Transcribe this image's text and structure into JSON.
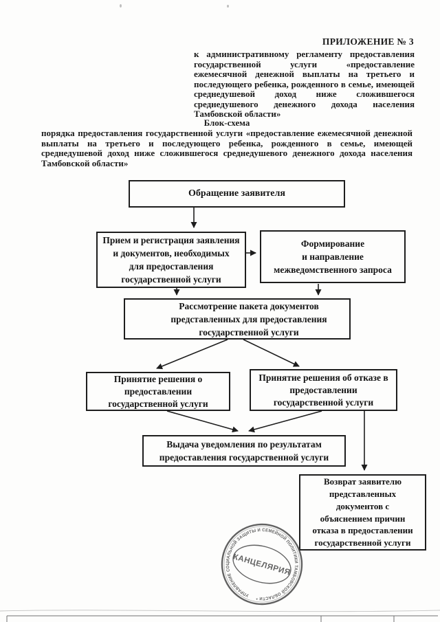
{
  "document": {
    "appendix_label": "ПРИЛОЖЕНИЕ № 3",
    "appendix_text": "к административному регламенту предоставления государственной услуги «предоставление ежемесячной денежной выплаты на третьего и последующего ребенка, рожденного в семье, имеющей среднедушевой доход ниже сложившегося среднедушевого денежного дохода населения Тамбовской области»",
    "scheme_title": "Блок-схема",
    "scheme_subtitle": "порядка предоставления государственной услуги «предоставление ежемесячной денежной выплаты на третьего и последующего ребенка, рожденного в семье, имеющей среднедушевой доход ниже сложившегося среднедушевого денежного дохода населения Тамбовской области»"
  },
  "flowchart": {
    "applicant_request": "Обращение заявителя",
    "reception": "Прием и регистрация заявления\nи документов, необходимых\nдля предоставления\nгосударственной услуги",
    "interagency": "Формирование\nи направление\nмежведомственного запроса",
    "review": "Рассмотрение пакета документов\nпредставленных для предоставления\nгосударственной услуги",
    "decision_grant": "Принятие решения о\nпредоставлении\nгосударственной услуги",
    "decision_refusal": "Принятие решения об отказе в\nпредоставлении\nгосударственной услуги",
    "notification": "Выдача уведомления по результатам\nпредоставления государственной услуги",
    "return_refusal": "Возврат заявителю\nпредставленных\nдокументов с\nобъяснением причин\nотказа в предоставлении\nгосударственной услуги"
  },
  "stamp": {
    "center_text": "КАНЦЕЛЯРИЯ",
    "ring_text": "УПРАВЛЕНИЕ СОЦИАЛЬНОЙ ЗАЩИТЫ И СЕМЕЙНОЙ ПОЛИТИКИ ТАМБОВСКОЙ ОБЛАСТИ *"
  },
  "colors": {
    "ink": "#1d1d1d",
    "stamp_ink": "#414141"
  }
}
